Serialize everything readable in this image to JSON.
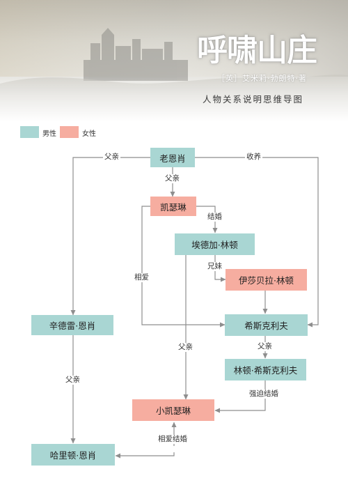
{
  "header": {
    "title": "呼啸山庄",
    "author": "［英］艾米莉·勃朗特·著",
    "subtitle": "人物关系说明思维导图"
  },
  "colors": {
    "male": "#a9d6d3",
    "female": "#f6ada0",
    "line": "#8e8e8e"
  },
  "legend": {
    "male_label": "男性",
    "female_label": "女性"
  },
  "nodes": {
    "earnshaw": "老恩肖",
    "catherine": "凯瑟琳",
    "edgar": "埃德加·林顿",
    "isabella": "伊莎贝拉·林顿",
    "hindley": "辛德雷·恩肖",
    "heathcliff": "希斯克利夫",
    "linton": "林顿·希斯克利夫",
    "cathy": "小凯瑟琳",
    "hareton": "哈里顿·恩肖"
  },
  "edges": {
    "father_left": "父亲",
    "adopt": "收养",
    "father_top": "父亲",
    "married": "结婚",
    "siblings": "兄妹",
    "love": "相爱",
    "father_mid": "父亲",
    "father_right": "父亲",
    "father_hindley": "父亲",
    "forced_marriage": "强迫结婚",
    "love_marriage": "相爱结婚"
  }
}
